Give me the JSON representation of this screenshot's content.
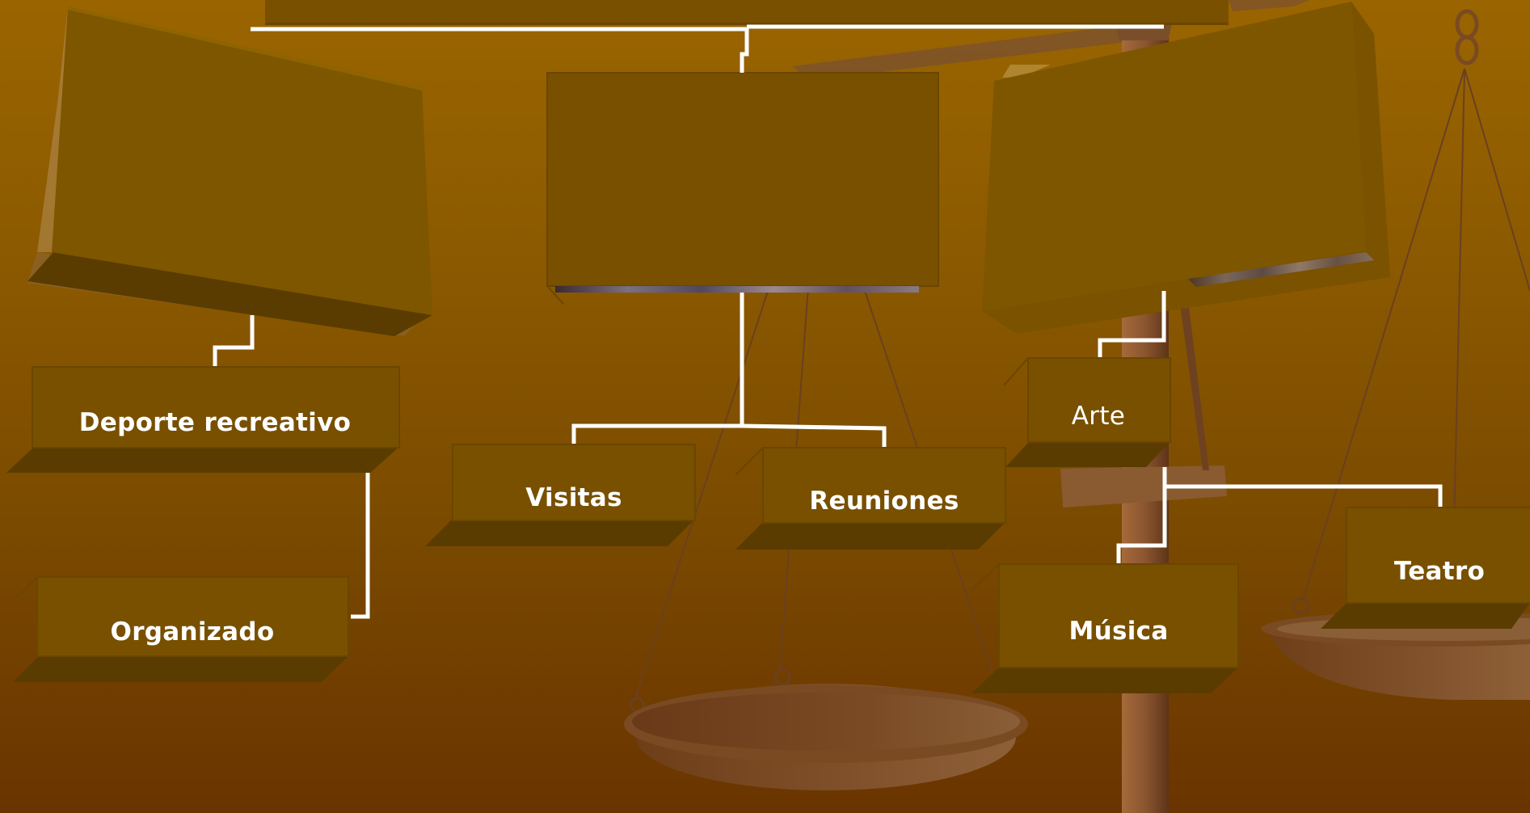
{
  "diagram": {
    "nodes": [
      {
        "id": "deporte",
        "label": "Deporte recreativo",
        "bold": true
      },
      {
        "id": "organizado",
        "label": "Organizado",
        "bold": true
      },
      {
        "id": "visitas",
        "label": "Visitas",
        "bold": true
      },
      {
        "id": "reuniones",
        "label": "Reuniones",
        "bold": true
      },
      {
        "id": "arte",
        "label": "Arte",
        "bold": false
      },
      {
        "id": "musica",
        "label": "Música",
        "bold": true
      },
      {
        "id": "teatro",
        "label": "Teatro",
        "bold": true
      }
    ]
  },
  "colors": {
    "box_face": "#785000",
    "box_shadow": "#5a3c00",
    "box_edge": "#6a4600",
    "connector": "#ffffff",
    "scale_wood": "#8a5a30"
  }
}
